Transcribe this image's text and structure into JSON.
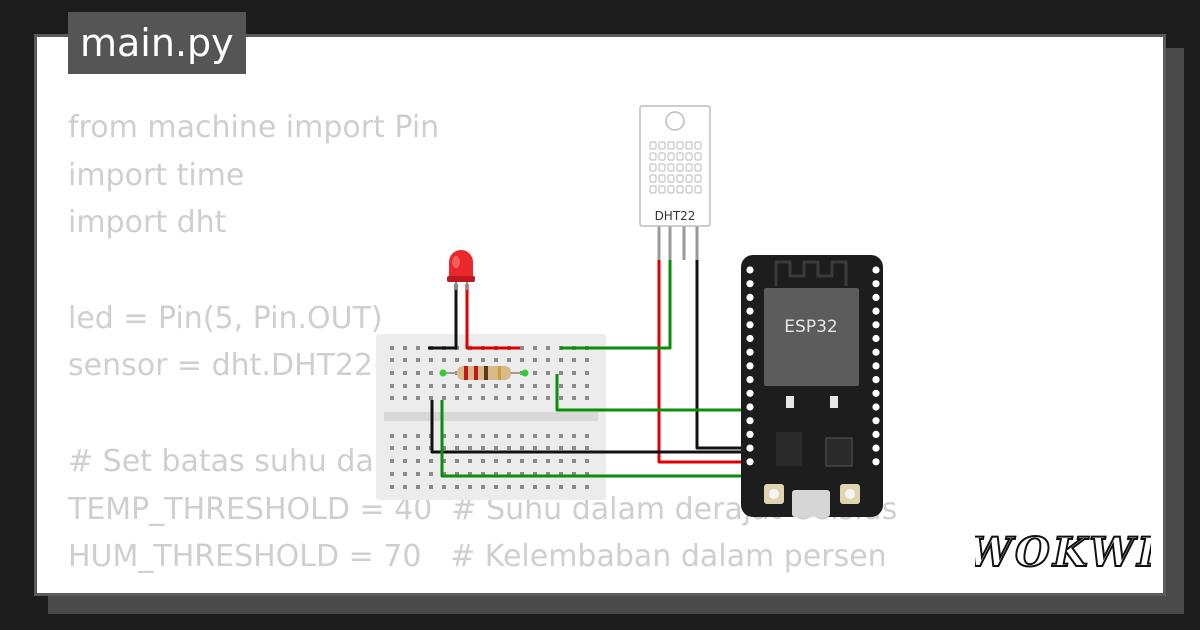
{
  "file": {
    "name": "main.py"
  },
  "code_lines": [
    "from machine import Pin",
    "import time",
    "import dht",
    "",
    "led = Pin(5, Pin.OUT)",
    "sensor = dht.DHT22(",
    "",
    "# Set batas suhu dan",
    "TEMP_THRESHOLD = 40  # Suhu dalam derajat Celsius",
    "HUM_THRESHOLD = 70   # Kelembaban dalam persen"
  ],
  "components": {
    "sensor_label": "DHT22",
    "mcu_label": "ESP32"
  },
  "brand": {
    "name": "WOKWI"
  },
  "colors": {
    "wire_red": "#e00000",
    "wire_green": "#0a8f0a",
    "wire_black": "#111111",
    "led_red": "#e8282b",
    "board": "#1d1d1d"
  }
}
